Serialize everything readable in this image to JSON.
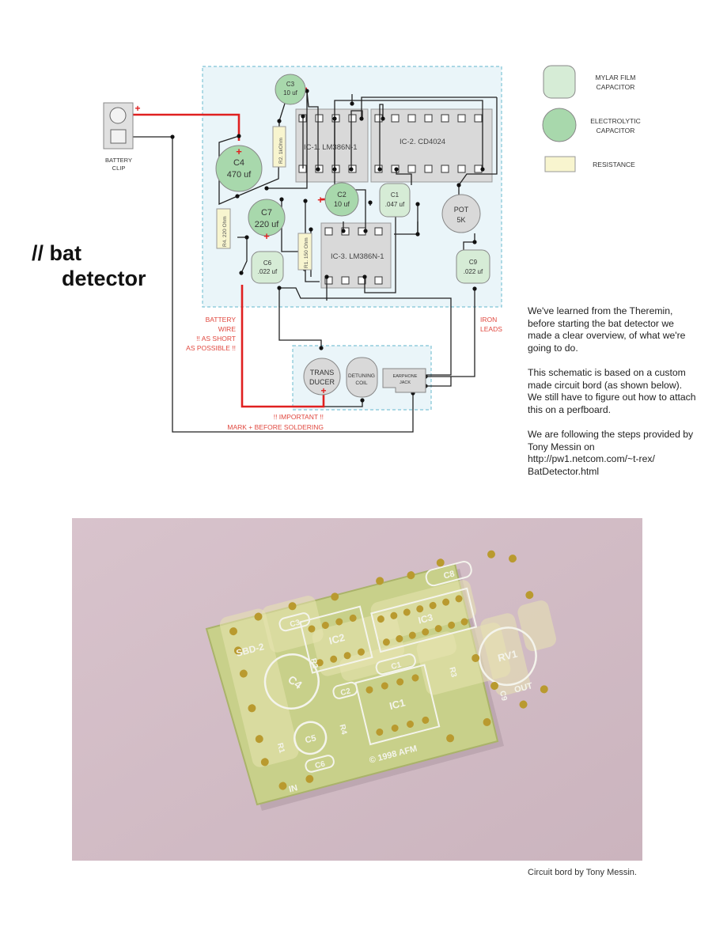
{
  "heading": {
    "line1": "// bat",
    "line2": "detector"
  },
  "legend": [
    {
      "shape": "rounded-square",
      "label_lines": [
        "MYLAR FILM",
        "CAPACITOR"
      ]
    },
    {
      "shape": "circle",
      "label_lines": [
        "ELECTROLYTIC",
        "CAPACITOR"
      ]
    },
    {
      "shape": "rectangle",
      "label_lines": [
        "RESISTANCE"
      ]
    }
  ],
  "battery_clip": {
    "lines": [
      "BATTERY",
      "CLIP"
    ],
    "plus": "+"
  },
  "components": {
    "c3": {
      "name": "C3",
      "value": "10 uf"
    },
    "c4": {
      "name": "C4",
      "value": "470 uf",
      "plus": "+"
    },
    "c7": {
      "name": "C7",
      "value": "220 uf",
      "plus": "+"
    },
    "c2": {
      "name": "C2",
      "value": "10 uf",
      "plus": "+"
    },
    "c1": {
      "name": "C1",
      "value": ".047 uf"
    },
    "c6": {
      "name": "C6",
      "value": ".022 uf"
    },
    "c9": {
      "name": "C9",
      "value": ".022 uf"
    },
    "pot": {
      "name": "POT",
      "value": "5K"
    },
    "r2": "R2. 1kOhm",
    "r4": "R4. 220 Ohm",
    "r1": "R1. 150 Ohm",
    "ic1": "IC-1. LM386N-1",
    "ic2": "IC-2. CD4024",
    "ic3": "IC-3. LM386N-1",
    "transducer": [
      "TRANS",
      "DUCER"
    ],
    "coil": [
      "DETUNING",
      "COIL"
    ],
    "jack": [
      "EARPHONE",
      "JACK"
    ]
  },
  "notes": {
    "battery_wire": [
      "BATTERY",
      "WIRE",
      "!! AS SHORT",
      "AS POSSIBLE !!"
    ],
    "iron_leads": [
      "IRON",
      "LEADS"
    ],
    "important": [
      "!! IMPORTANT !!",
      "MARK + BEFORE SOLDERING"
    ],
    "plus": "+"
  },
  "colors": {
    "mylar": "#d6ecd6",
    "electrolytic": "#a8d8ac",
    "resistance": "#f8f5cf",
    "ic": "#d9d9d9",
    "dashed_box": "#7fc4d6",
    "red_wire": "#e02020",
    "red_text": "#e0483f",
    "pcb_background": "#d2bcc4"
  },
  "intro_paragraphs": [
    "We've learned from the Theremin, before starting the bat detector we made a clear overview, of what we're going to do.",
    "This schematic is based on a custom made circuit bord (as shown below). We still have to figure out how to attach this on a perfboard.",
    "We are following the steps provided by Tony Messin on http://pw1.netcom.com/~t-rex/ BatDetector.html"
  ],
  "pcb_labels": {
    "sbd": "SBD-2",
    "ic2": "IC2",
    "ic3": "IC3",
    "c8": "C8",
    "c3": "C3",
    "c4": "C4",
    "c5": "C5",
    "c1": "C1",
    "c2": "C2",
    "ic1": "IC1",
    "rv1": "RV1",
    "c9": "C9",
    "out": "OUT",
    "in": "IN",
    "c6": "C6",
    "r1": "R1",
    "r2": "R2",
    "r3": "R3",
    "r4": "R4",
    "copyright": "© 1998 AFM"
  },
  "caption": "Circuit bord by Tony Messin."
}
